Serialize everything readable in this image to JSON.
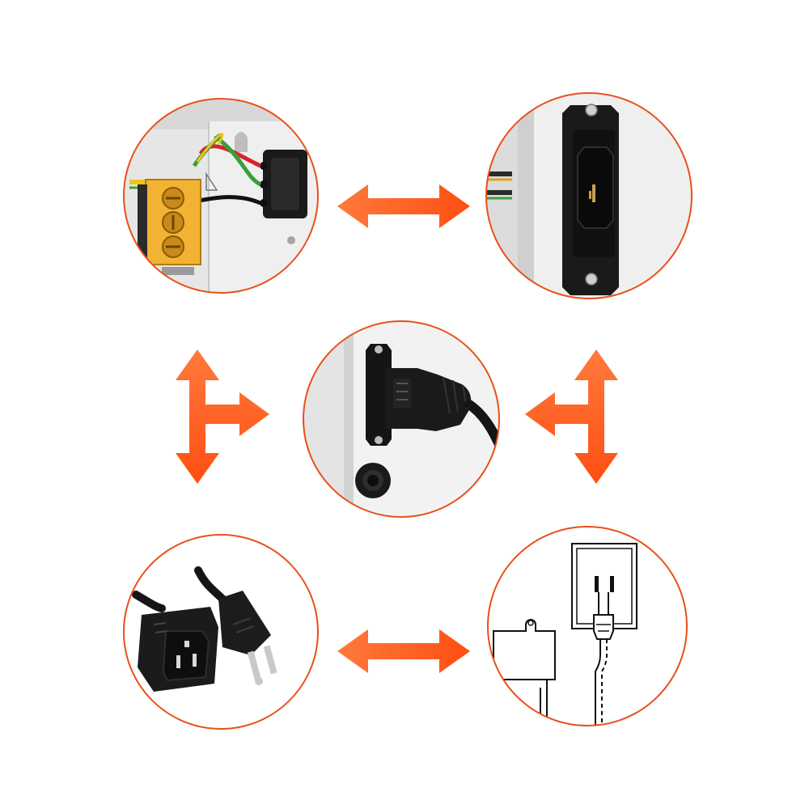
{
  "colors": {
    "accent": "#ff5a1f",
    "accent_light": "#ff7a3c",
    "outline": "#e8501a",
    "panel": "#e9e9e9",
    "dark": "#141414",
    "terminal_yellow": "#f2b233"
  },
  "panels": [
    {
      "id": "terminal-wiring",
      "icon": "terminal-block-wiring-icon"
    },
    {
      "id": "iec-inlet",
      "icon": "iec-c14-inlet-icon"
    },
    {
      "id": "plugged-connector",
      "icon": "plugged-power-connector-icon"
    },
    {
      "id": "power-cord",
      "icon": "power-cord-c13-nema-plug-icon"
    },
    {
      "id": "wall-outlet-diagram",
      "icon": "wall-outlet-diagram-icon"
    }
  ],
  "arrows": [
    {
      "id": "top",
      "kind": "double-horizontal"
    },
    {
      "id": "left",
      "kind": "t-branch-right"
    },
    {
      "id": "right",
      "kind": "t-branch-left"
    },
    {
      "id": "bottom",
      "kind": "double-horizontal"
    }
  ]
}
